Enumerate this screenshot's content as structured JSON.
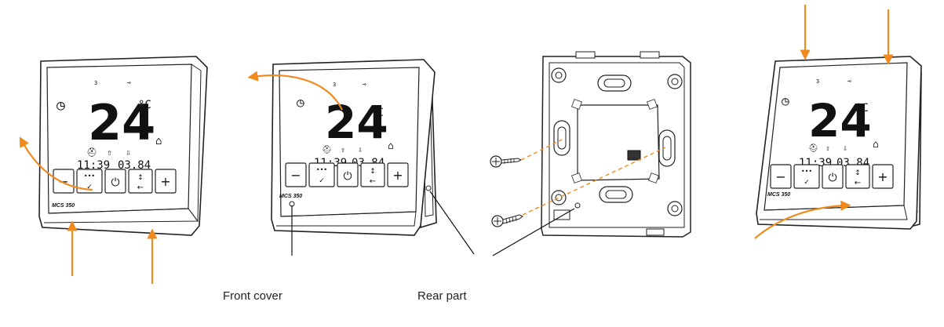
{
  "device": {
    "model": "MCS 350",
    "temperature": "24",
    "unit": "°C",
    "time": "11:39",
    "date": "03.84",
    "program_number": "3",
    "buttons": [
      {
        "name": "minus-button",
        "symbol": "−"
      },
      {
        "name": "menu-button",
        "symbol": "•••"
      },
      {
        "name": "power-button",
        "symbol": "⏻"
      },
      {
        "name": "settings-button",
        "symbol": "↕"
      },
      {
        "name": "plus-button",
        "symbol": "+"
      }
    ],
    "icons": [
      "clock-icon",
      "key-icon",
      "cap-icon",
      "up-arrow-icon",
      "down-arrow-icon",
      "home-icon"
    ]
  },
  "labels": {
    "front_cover": "Front cover",
    "rear_part": "Rear part"
  },
  "colors": {
    "arrow": "#f08a1c",
    "line": "#222222"
  }
}
